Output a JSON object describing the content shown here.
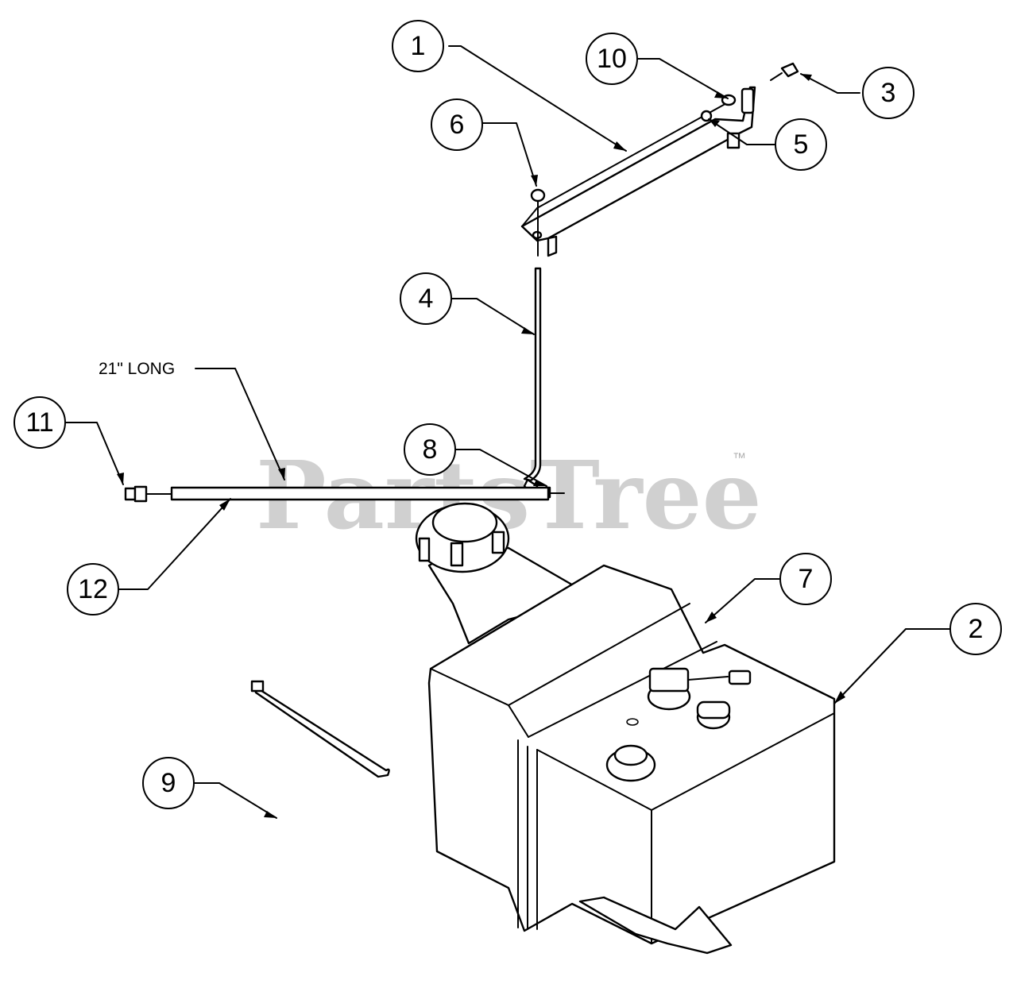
{
  "watermark": {
    "brand": "PartsTree",
    "trademark": "™"
  },
  "note": {
    "hose_length": "21\" LONG"
  },
  "callouts": [
    "1",
    "2",
    "3",
    "4",
    "5",
    "6",
    "7",
    "8",
    "9",
    "10",
    "11",
    "12"
  ]
}
